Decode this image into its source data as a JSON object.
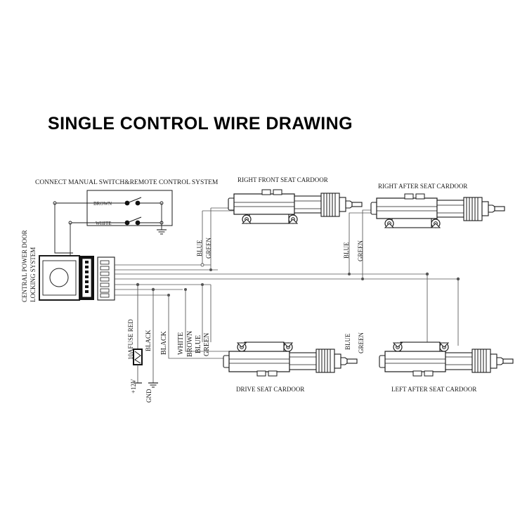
{
  "document": {
    "title": "SINGLE CONTROL WIRE DRAWING",
    "type": "wiring-diagram"
  },
  "switch_box": {
    "caption": "CONNECT MANUAL SWITCH&REMOTE CONTROL SYSTEM",
    "switches": [
      {
        "label": "BROWN"
      },
      {
        "label": "WHITE"
      }
    ]
  },
  "control_module": {
    "label_line1": "CENTRAL  POWER  DOOR",
    "label_line2": "LOCKING SYSTEM"
  },
  "power": {
    "fuse_label": "10AFUSE RED",
    "ground_wire_label": "BLACK",
    "positive_label": "+12V",
    "negative_label": "GND"
  },
  "harness": {
    "wires": [
      {
        "label": "BLACK"
      },
      {
        "label": "WHITE"
      },
      {
        "label": "BROWN"
      },
      {
        "label": "BLUE"
      },
      {
        "label": "GREEN"
      }
    ]
  },
  "actuators": [
    {
      "id": "right-front",
      "name": "RIGHT FRONT SEAT CARDOOR",
      "wire_labels": [
        "BLUE",
        "GREEN"
      ],
      "position": "top-left"
    },
    {
      "id": "right-after",
      "name": "RIGHT  AFTER SEAT CARDOOR",
      "wire_labels": [
        "BLUE",
        "GREEN"
      ],
      "position": "top-right"
    },
    {
      "id": "drive",
      "name": "DRIVE SEAT CARDOOR",
      "wire_labels": [],
      "position": "bottom-left"
    },
    {
      "id": "left-after",
      "name": "LEFT AFTER SEAT CARDOOR",
      "wire_labels": [
        "BLUE",
        "GREEN"
      ],
      "position": "bottom-right"
    }
  ],
  "colors": {
    "line": "#1a1a1a",
    "light_line": "#555555",
    "body_fill": "#ffffff",
    "dark_fill": "#111111",
    "background": "#ffffff"
  }
}
